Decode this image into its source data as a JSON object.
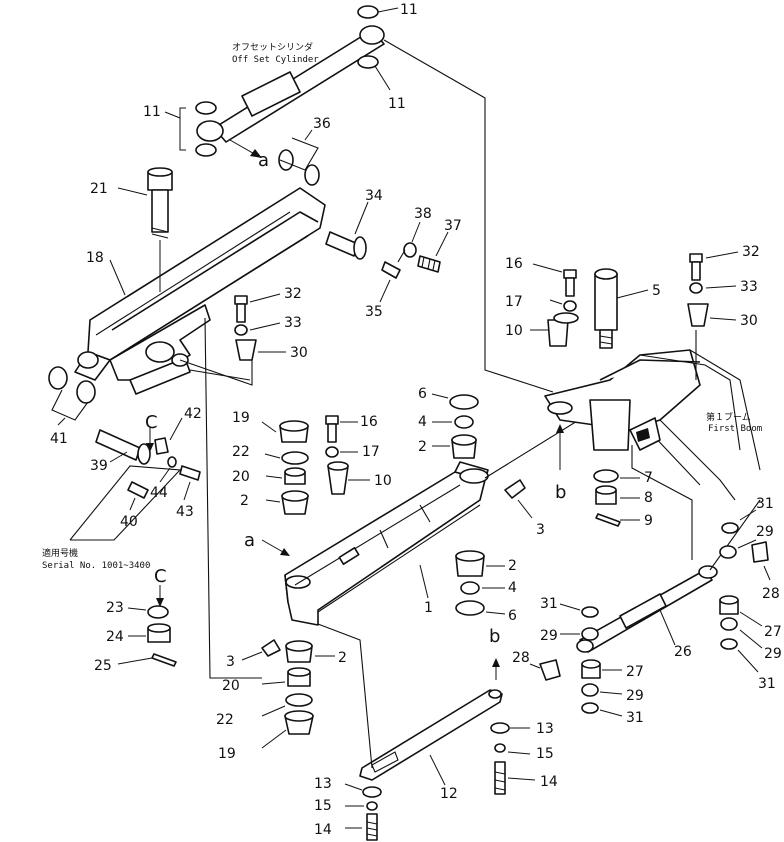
{
  "texts": {
    "offset_jp": "オフセットシリンダ",
    "offset_en": "Off Set Cylinder",
    "boom_jp": "第１ブーム",
    "boom_en": "First Boom",
    "serial_jp": "適用号機",
    "serial_en": "Serial No. 1001~3400",
    "letter_a": "a",
    "letter_b": "b",
    "letter_c": "C"
  },
  "callouts": [
    {
      "id": "c-11-top",
      "text": "11"
    },
    {
      "id": "c-11-right",
      "text": "11"
    },
    {
      "id": "c-11-left",
      "text": "11"
    },
    {
      "id": "c-36",
      "text": "36"
    },
    {
      "id": "c-21",
      "text": "21"
    },
    {
      "id": "c-34",
      "text": "34"
    },
    {
      "id": "c-38",
      "text": "38"
    },
    {
      "id": "c-37",
      "text": "37"
    },
    {
      "id": "c-35",
      "text": "35"
    },
    {
      "id": "c-18",
      "text": "18"
    },
    {
      "id": "c-32-mid",
      "text": "32"
    },
    {
      "id": "c-33-mid",
      "text": "33"
    },
    {
      "id": "c-30-mid",
      "text": "30"
    },
    {
      "id": "c-41",
      "text": "41"
    },
    {
      "id": "c-42",
      "text": "42"
    },
    {
      "id": "c-39",
      "text": "39"
    },
    {
      "id": "c-40",
      "text": "40"
    },
    {
      "id": "c-44",
      "text": "44"
    },
    {
      "id": "c-43",
      "text": "43"
    },
    {
      "id": "c-19-a",
      "text": "19"
    },
    {
      "id": "c-22-a",
      "text": "22"
    },
    {
      "id": "c-20-a",
      "text": "20"
    },
    {
      "id": "c-2-a",
      "text": "2"
    },
    {
      "id": "c-16-a",
      "text": "16"
    },
    {
      "id": "c-17-a",
      "text": "17"
    },
    {
      "id": "c-10-a",
      "text": "10"
    },
    {
      "id": "c-6-a",
      "text": "6"
    },
    {
      "id": "c-4-a",
      "text": "4"
    },
    {
      "id": "c-2-b",
      "text": "2"
    },
    {
      "id": "c-3-a",
      "text": "3"
    },
    {
      "id": "c-1",
      "text": "1"
    },
    {
      "id": "c-2-c",
      "text": "2"
    },
    {
      "id": "c-4-b",
      "text": "4"
    },
    {
      "id": "c-6-b",
      "text": "6"
    },
    {
      "id": "c-16-b",
      "text": "16"
    },
    {
      "id": "c-17-b",
      "text": "17"
    },
    {
      "id": "c-10-b",
      "text": "10"
    },
    {
      "id": "c-5",
      "text": "5"
    },
    {
      "id": "c-32-r",
      "text": "32"
    },
    {
      "id": "c-33-r",
      "text": "33"
    },
    {
      "id": "c-30-r",
      "text": "30"
    },
    {
      "id": "c-7",
      "text": "7"
    },
    {
      "id": "c-8",
      "text": "8"
    },
    {
      "id": "c-9",
      "text": "9"
    },
    {
      "id": "c-31-a",
      "text": "31"
    },
    {
      "id": "c-29-a",
      "text": "29"
    },
    {
      "id": "c-28-a",
      "text": "28"
    },
    {
      "id": "c-27-a",
      "text": "27"
    },
    {
      "id": "c-29-b",
      "text": "29"
    },
    {
      "id": "c-31-b",
      "text": "31"
    },
    {
      "id": "c-26",
      "text": "26"
    },
    {
      "id": "c-31-c",
      "text": "31"
    },
    {
      "id": "c-29-c",
      "text": "29"
    },
    {
      "id": "c-28-b",
      "text": "28"
    },
    {
      "id": "c-27-b",
      "text": "27"
    },
    {
      "id": "c-29-d",
      "text": "29"
    },
    {
      "id": "c-31-d",
      "text": "31"
    },
    {
      "id": "c-23",
      "text": "23"
    },
    {
      "id": "c-24",
      "text": "24"
    },
    {
      "id": "c-25",
      "text": "25"
    },
    {
      "id": "c-3-b",
      "text": "3"
    },
    {
      "id": "c-2-d",
      "text": "2"
    },
    {
      "id": "c-20-b",
      "text": "20"
    },
    {
      "id": "c-22-b",
      "text": "22"
    },
    {
      "id": "c-19-b",
      "text": "19"
    },
    {
      "id": "c-13-a",
      "text": "13"
    },
    {
      "id": "c-15-a",
      "text": "15"
    },
    {
      "id": "c-14-a",
      "text": "14"
    },
    {
      "id": "c-12",
      "text": "12"
    },
    {
      "id": "c-13-b",
      "text": "13"
    },
    {
      "id": "c-15-b",
      "text": "15"
    },
    {
      "id": "c-14-b",
      "text": "14"
    }
  ]
}
